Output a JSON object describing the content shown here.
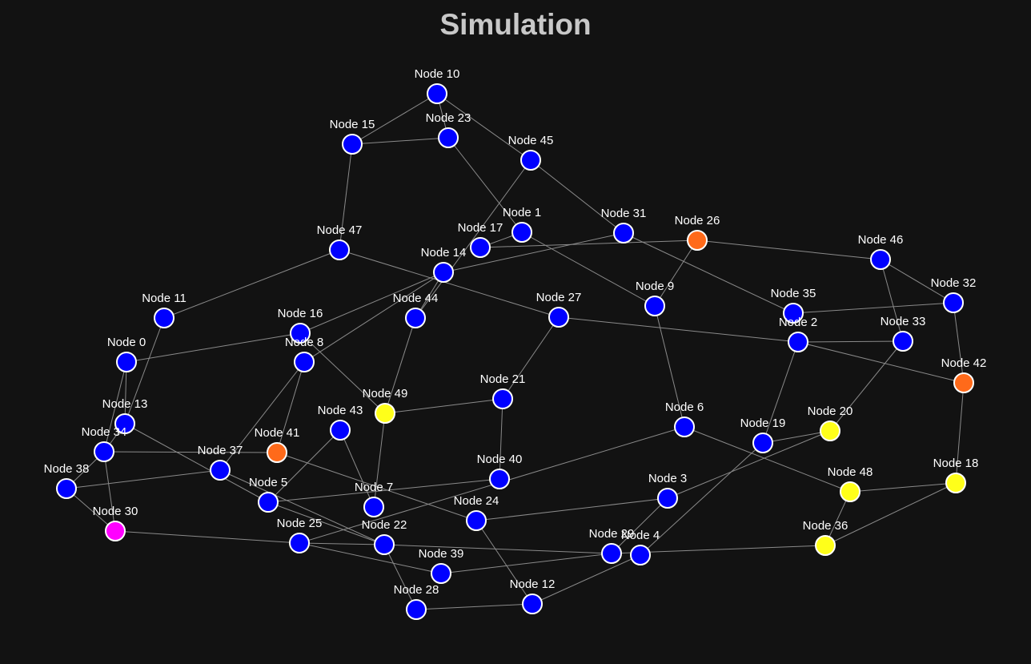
{
  "title": "Simulation",
  "colors": {
    "background": "#121212",
    "blue": "#0000ff",
    "orange": "#ff6a1a",
    "yellow": "#ffff1a",
    "magenta": "#ff00ff",
    "edge": "#8a8a8a"
  },
  "nodes": [
    {
      "id": 0,
      "label": "Node 0",
      "color": "blue"
    },
    {
      "id": 1,
      "label": "Node 1",
      "color": "blue"
    },
    {
      "id": 2,
      "label": "Node 2",
      "color": "blue"
    },
    {
      "id": 3,
      "label": "Node 3",
      "color": "blue"
    },
    {
      "id": 4,
      "label": "Node 4",
      "color": "blue"
    },
    {
      "id": 5,
      "label": "Node 5",
      "color": "blue"
    },
    {
      "id": 6,
      "label": "Node 6",
      "color": "blue"
    },
    {
      "id": 7,
      "label": "Node 7",
      "color": "blue"
    },
    {
      "id": 8,
      "label": "Node 8",
      "color": "blue"
    },
    {
      "id": 9,
      "label": "Node 9",
      "color": "blue"
    },
    {
      "id": 10,
      "label": "Node 10",
      "color": "blue"
    },
    {
      "id": 11,
      "label": "Node 11",
      "color": "blue"
    },
    {
      "id": 12,
      "label": "Node 12",
      "color": "blue"
    },
    {
      "id": 13,
      "label": "Node 13",
      "color": "blue"
    },
    {
      "id": 14,
      "label": "Node 14",
      "color": "blue"
    },
    {
      "id": 15,
      "label": "Node 15",
      "color": "blue"
    },
    {
      "id": 16,
      "label": "Node 16",
      "color": "blue"
    },
    {
      "id": 17,
      "label": "Node 17",
      "color": "blue"
    },
    {
      "id": 18,
      "label": "Node 18",
      "color": "yellow"
    },
    {
      "id": 19,
      "label": "Node 19",
      "color": "blue"
    },
    {
      "id": 20,
      "label": "Node 20",
      "color": "yellow"
    },
    {
      "id": 21,
      "label": "Node 21",
      "color": "blue"
    },
    {
      "id": 22,
      "label": "Node 22",
      "color": "blue"
    },
    {
      "id": 23,
      "label": "Node 23",
      "color": "blue"
    },
    {
      "id": 24,
      "label": "Node 24",
      "color": "blue"
    },
    {
      "id": 25,
      "label": "Node 25",
      "color": "blue"
    },
    {
      "id": 26,
      "label": "Node 26",
      "color": "orange"
    },
    {
      "id": 27,
      "label": "Node 27",
      "color": "blue"
    },
    {
      "id": 28,
      "label": "Node 28",
      "color": "blue"
    },
    {
      "id": 29,
      "label": "Node 29",
      "color": "blue"
    },
    {
      "id": 30,
      "label": "Node 30",
      "color": "magenta"
    },
    {
      "id": 31,
      "label": "Node 31",
      "color": "blue"
    },
    {
      "id": 32,
      "label": "Node 32",
      "color": "blue"
    },
    {
      "id": 33,
      "label": "Node 33",
      "color": "blue"
    },
    {
      "id": 34,
      "label": "Node 34",
      "color": "blue"
    },
    {
      "id": 35,
      "label": "Node 35",
      "color": "blue"
    },
    {
      "id": 36,
      "label": "Node 36",
      "color": "yellow"
    },
    {
      "id": 37,
      "label": "Node 37",
      "color": "blue"
    },
    {
      "id": 38,
      "label": "Node 38",
      "color": "blue"
    },
    {
      "id": 39,
      "label": "Node 39",
      "color": "blue"
    },
    {
      "id": 40,
      "label": "Node 40",
      "color": "blue"
    },
    {
      "id": 41,
      "label": "Node 41",
      "color": "orange"
    },
    {
      "id": 42,
      "label": "Node 42",
      "color": "orange"
    },
    {
      "id": 43,
      "label": "Node 43",
      "color": "blue"
    },
    {
      "id": 44,
      "label": "Node 44",
      "color": "blue"
    },
    {
      "id": 45,
      "label": "Node 45",
      "color": "blue"
    },
    {
      "id": 46,
      "label": "Node 46",
      "color": "blue"
    },
    {
      "id": 47,
      "label": "Node 47",
      "color": "blue"
    },
    {
      "id": 48,
      "label": "Node 48",
      "color": "yellow"
    },
    {
      "id": 49,
      "label": "Node 49",
      "color": "yellow"
    }
  ],
  "edges": [
    [
      10,
      15
    ],
    [
      10,
      23
    ],
    [
      10,
      45
    ],
    [
      15,
      23
    ],
    [
      15,
      47
    ],
    [
      23,
      1
    ],
    [
      45,
      44
    ],
    [
      45,
      31
    ],
    [
      47,
      11
    ],
    [
      47,
      27
    ],
    [
      31,
      35
    ],
    [
      31,
      14
    ],
    [
      17,
      26
    ],
    [
      17,
      1
    ],
    [
      26,
      46
    ],
    [
      26,
      9
    ],
    [
      1,
      9
    ],
    [
      46,
      32
    ],
    [
      46,
      33
    ],
    [
      32,
      35
    ],
    [
      32,
      42
    ],
    [
      14,
      16
    ],
    [
      14,
      8
    ],
    [
      14,
      44
    ],
    [
      16,
      0
    ],
    [
      16,
      49
    ],
    [
      11,
      13
    ],
    [
      0,
      13
    ],
    [
      0,
      34
    ],
    [
      13,
      34
    ],
    [
      13,
      5
    ],
    [
      34,
      41
    ],
    [
      34,
      38
    ],
    [
      34,
      30
    ],
    [
      38,
      37
    ],
    [
      38,
      30
    ],
    [
      37,
      8
    ],
    [
      37,
      22
    ],
    [
      8,
      41
    ],
    [
      41,
      24
    ],
    [
      43,
      5
    ],
    [
      43,
      7
    ],
    [
      44,
      49
    ],
    [
      49,
      7
    ],
    [
      49,
      21
    ],
    [
      21,
      27
    ],
    [
      21,
      40
    ],
    [
      27,
      2
    ],
    [
      2,
      33
    ],
    [
      2,
      42
    ],
    [
      2,
      19
    ],
    [
      9,
      6
    ],
    [
      6,
      25
    ],
    [
      6,
      48
    ],
    [
      33,
      20
    ],
    [
      20,
      19
    ],
    [
      20,
      3
    ],
    [
      19,
      4
    ],
    [
      42,
      18
    ],
    [
      18,
      48
    ],
    [
      18,
      36
    ],
    [
      48,
      36
    ],
    [
      40,
      5
    ],
    [
      3,
      24
    ],
    [
      3,
      29
    ],
    [
      24,
      12
    ],
    [
      12,
      28
    ],
    [
      12,
      4
    ],
    [
      22,
      28
    ],
    [
      22,
      29
    ],
    [
      5,
      22
    ],
    [
      39,
      29
    ],
    [
      25,
      39
    ],
    [
      30,
      25
    ],
    [
      29,
      36
    ],
    [
      25,
      22
    ]
  ]
}
